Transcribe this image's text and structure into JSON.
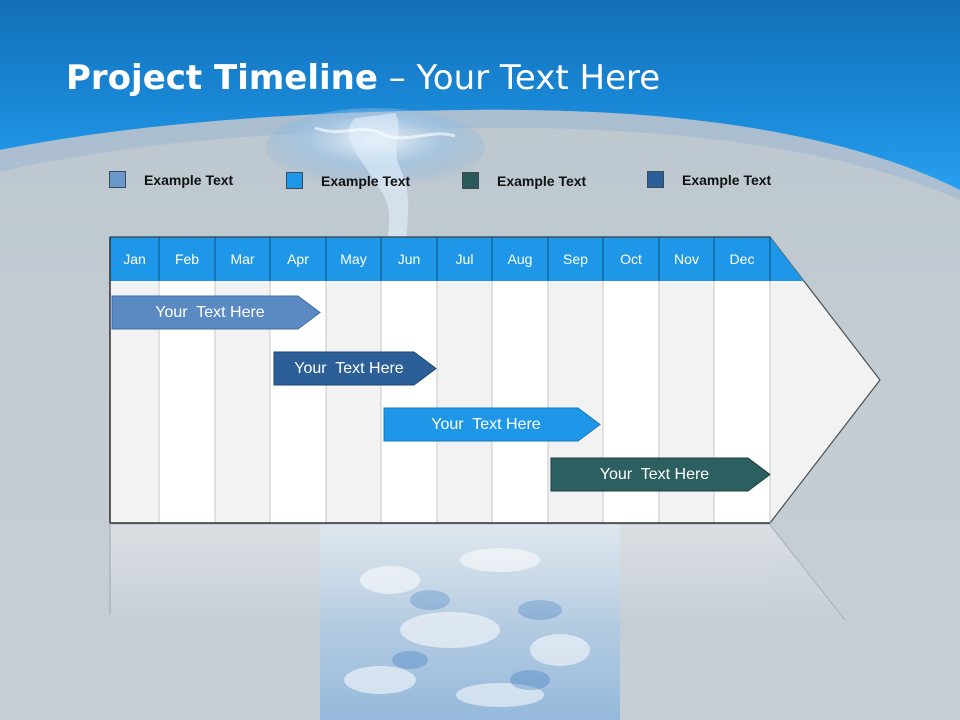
{
  "slide": {
    "title_bold": "Project Timeline",
    "title_rest": " – Your Text Here"
  },
  "legend": [
    {
      "label": "Example Text",
      "color": "#6b98cc"
    },
    {
      "label": "Example Text",
      "color": "#1f97e8"
    },
    {
      "label": "Example Text",
      "color": "#2c5a5a"
    },
    {
      "label": "Example Text",
      "color": "#2c5f98"
    }
  ],
  "months": [
    "Jan",
    "Feb",
    "Mar",
    "Apr",
    "May",
    "Jun",
    "Jul",
    "Aug",
    "Sep",
    "Oct",
    "Nov",
    "Dec"
  ],
  "tasks": [
    {
      "label": "Your  Text Here",
      "color": "#5b8ac2"
    },
    {
      "label": "Your  Text Here",
      "color": "#2c5f98"
    },
    {
      "label": "Your  Text Here",
      "color": "#1f97e8"
    },
    {
      "label": "Your  Text Here",
      "color": "#2c5f5f"
    }
  ],
  "colors": {
    "header_blue": "#1a86d6",
    "month_bar": "#1f97e8",
    "grid_bg": "#f2f2f2"
  }
}
